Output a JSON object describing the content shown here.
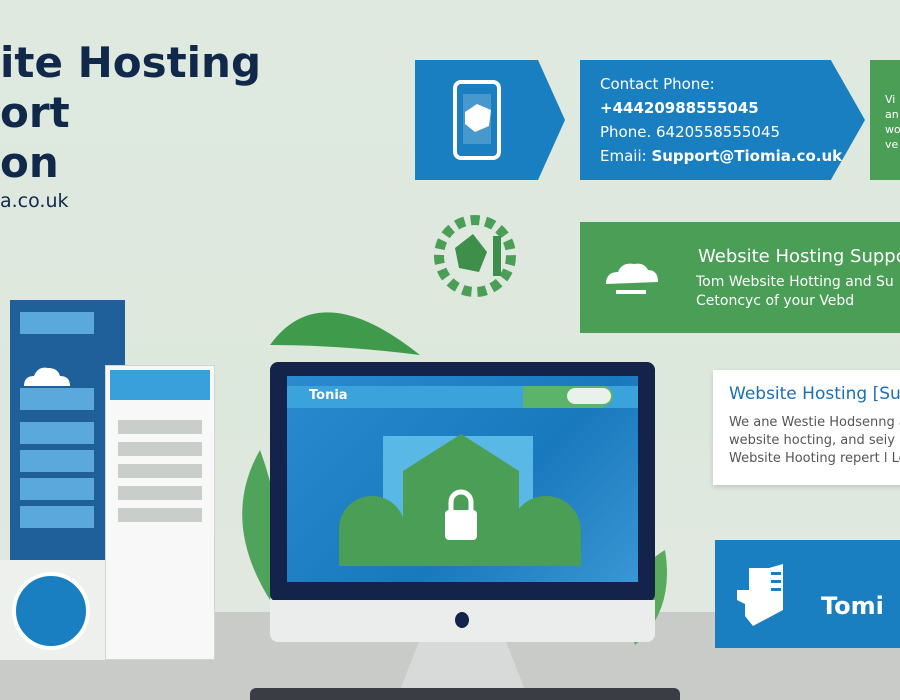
{
  "headline": {
    "line1": "ite Hosting",
    "line2": "ort",
    "line3": "on",
    "url": "a.co.uk"
  },
  "contact": {
    "label": "Contact Phone:",
    "phone1": "+44420988555045",
    "phone_line": "Phone. 6420558555045",
    "email_label": "Emaii:",
    "email": "Support@Tiomia.co.uk"
  },
  "side_green": {
    "lines": [
      "Vi",
      "an",
      "wo",
      "ve"
    ]
  },
  "green_banner": {
    "title": "Website Hosting Suppo",
    "line1": "Tom Website Hotting and Su",
    "line2": "Cetoncyc of your Vebd"
  },
  "white_card": {
    "title": "Website Hosting [Su",
    "lines": [
      "We ane Westie Hodsenng a",
      "website hocting, and seiy",
      "Website Hooting repert l Lo"
    ]
  },
  "monitor": {
    "brand": "Tonia"
  },
  "brand_box": {
    "label": "Tomi"
  },
  "colors": {
    "navy": "#10284a",
    "blue": "#1a7fc1",
    "green": "#4a9e55"
  }
}
